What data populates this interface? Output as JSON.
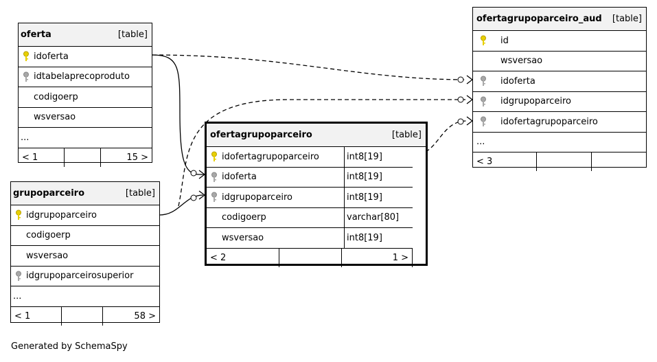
{
  "credit": "Generated by SchemaSpy",
  "tables": {
    "oferta": {
      "name": "oferta",
      "tag": "[table]",
      "columns": [
        {
          "name": "idoferta",
          "key": "primary-key-icon"
        },
        {
          "name": "idtabelaprecoproduto",
          "key": "foreign-key-icon"
        },
        {
          "name": "codigoerp",
          "key": ""
        },
        {
          "name": "wsversao",
          "key": ""
        }
      ],
      "ellipsis": "...",
      "footer": {
        "left": "< 1",
        "mid": "",
        "right": "15 >"
      }
    },
    "grupoparceiro": {
      "name": "grupoparceiro",
      "tag": "[table]",
      "columns": [
        {
          "name": "idgrupoparceiro",
          "key": "primary-key-icon"
        },
        {
          "name": "codigoerp",
          "key": ""
        },
        {
          "name": "wsversao",
          "key": ""
        },
        {
          "name": "idgrupoparceirosuperior",
          "key": "foreign-key-icon"
        }
      ],
      "ellipsis": "...",
      "footer": {
        "left": "< 1",
        "mid": "",
        "right": "58 >"
      }
    },
    "ofertagrupoparceiro": {
      "name": "ofertagrupoparceiro",
      "tag": "[table]",
      "columns": [
        {
          "name": "idofertagrupoparceiro",
          "type": "int8[19]",
          "key": "primary-key-icon"
        },
        {
          "name": "idoferta",
          "type": "int8[19]",
          "key": "foreign-key-icon"
        },
        {
          "name": "idgrupoparceiro",
          "type": "int8[19]",
          "key": "foreign-key-icon"
        },
        {
          "name": "codigoerp",
          "type": "varchar[80]",
          "key": ""
        },
        {
          "name": "wsversao",
          "type": "int8[19]",
          "key": ""
        }
      ],
      "footer": {
        "left": "< 2",
        "mid": "",
        "right": "1 >"
      }
    },
    "ofertagrupoparceiro_aud": {
      "name": "ofertagrupoparceiro_aud",
      "tag": "[table]",
      "columns": [
        {
          "name": "id",
          "key": "primary-key-icon"
        },
        {
          "name": "wsversao",
          "key": ""
        },
        {
          "name": "idoferta",
          "key": "foreign-key-icon"
        },
        {
          "name": "idgrupoparceiro",
          "key": "foreign-key-icon"
        },
        {
          "name": "idofertagrupoparceiro",
          "key": "foreign-key-icon"
        }
      ],
      "ellipsis": "...",
      "footer": {
        "left": "< 3",
        "mid": "",
        "right": ""
      }
    }
  },
  "colors": {
    "primary_key": "#e8d000",
    "foreign_key": "#a8a8a8",
    "header_bg": "#f2f2f2",
    "line": "#000000"
  }
}
